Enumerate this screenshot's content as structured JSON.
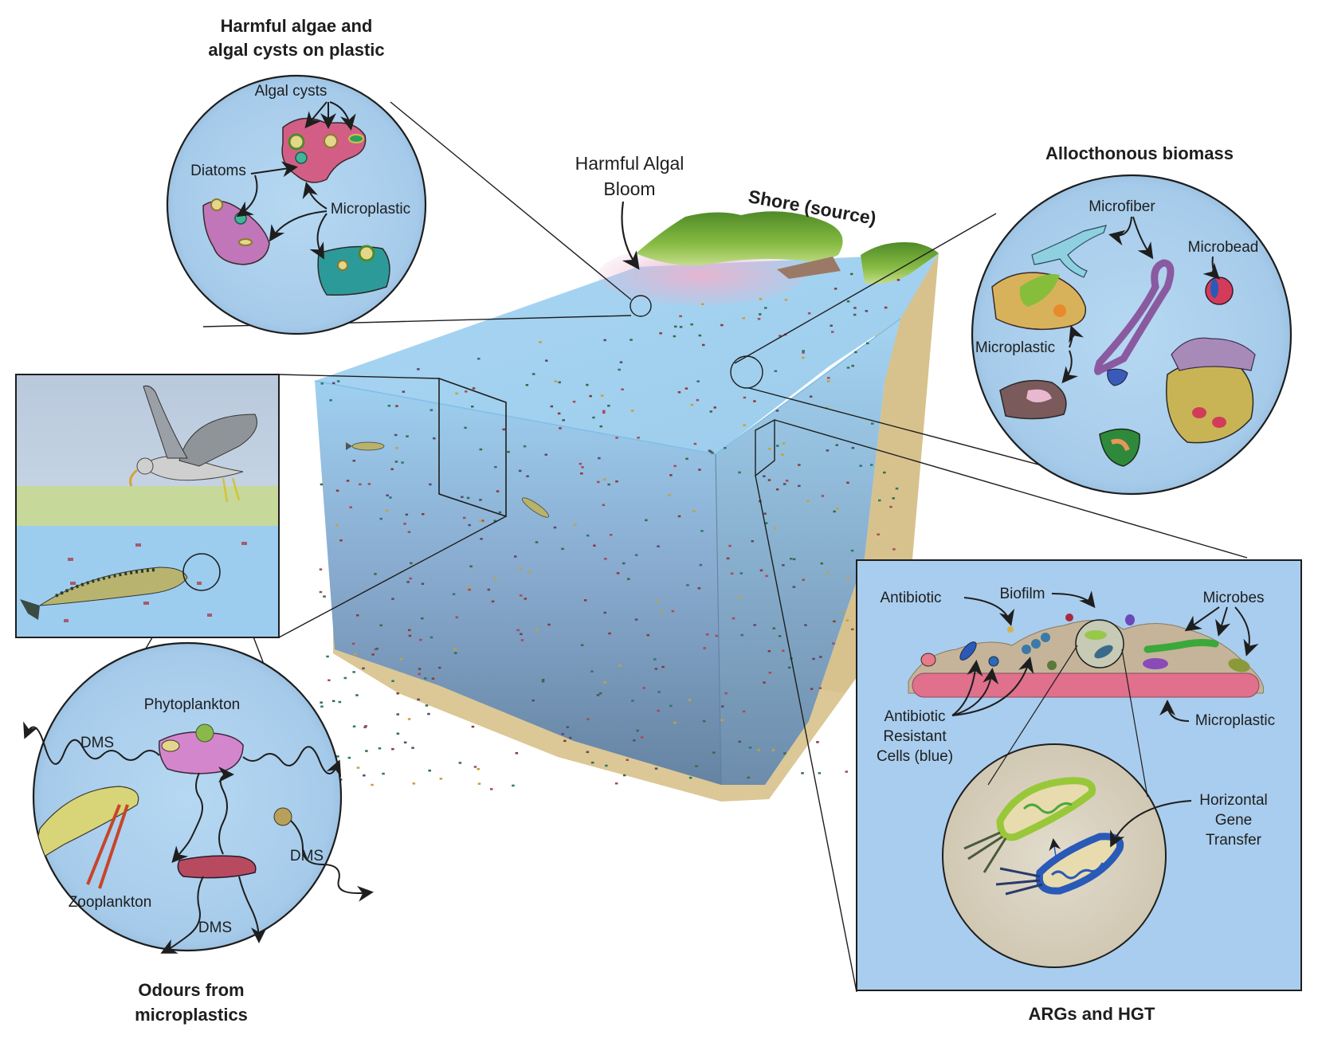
{
  "colors": {
    "ocean_surface": "#9fcfee",
    "ocean_deep": "#6a86a3",
    "sand": "#dcc896",
    "land_green": "#7fb43c",
    "bloom_pink": "#e6b4cc",
    "panel_water": "#a9cdee",
    "outline": "#1e1e1e"
  },
  "main_scene": {
    "bloom_label": [
      "Harmful Algal",
      "Bloom"
    ],
    "shore_label": "Shore (source)"
  },
  "panels": {
    "harmful_algae": {
      "title": [
        "Harmful algae and",
        "algal cysts on plastic"
      ],
      "labels": {
        "algal_cysts": "Algal cysts",
        "diatoms": "Diatoms",
        "microplastic": "Microplastic"
      }
    },
    "allocthonous": {
      "title": "Allocthonous biomass",
      "labels": {
        "microfiber": "Microfiber",
        "microbead": "Microbead",
        "microplastic": "Microplastic"
      }
    },
    "seabird_fish": {
      "description": "Seabird above water, mackerel and microplastic particles below surface"
    },
    "odours": {
      "title": [
        "Odours from",
        "microplastics"
      ],
      "labels": {
        "phytoplankton": "Phytoplankton",
        "zooplankton": "Zooplankton",
        "dms": "DMS"
      }
    },
    "args_hgt": {
      "title": "ARGs and HGT",
      "labels": {
        "antibiotic": "Antibiotic",
        "biofilm": "Biofilm",
        "microbes": "Microbes",
        "microplastic": "Microplastic",
        "resistant_cells": [
          "Antibiotic",
          "Resistant",
          "Cells (blue)"
        ],
        "hgt": [
          "Horizontal",
          "Gene",
          "Transfer"
        ]
      }
    }
  }
}
